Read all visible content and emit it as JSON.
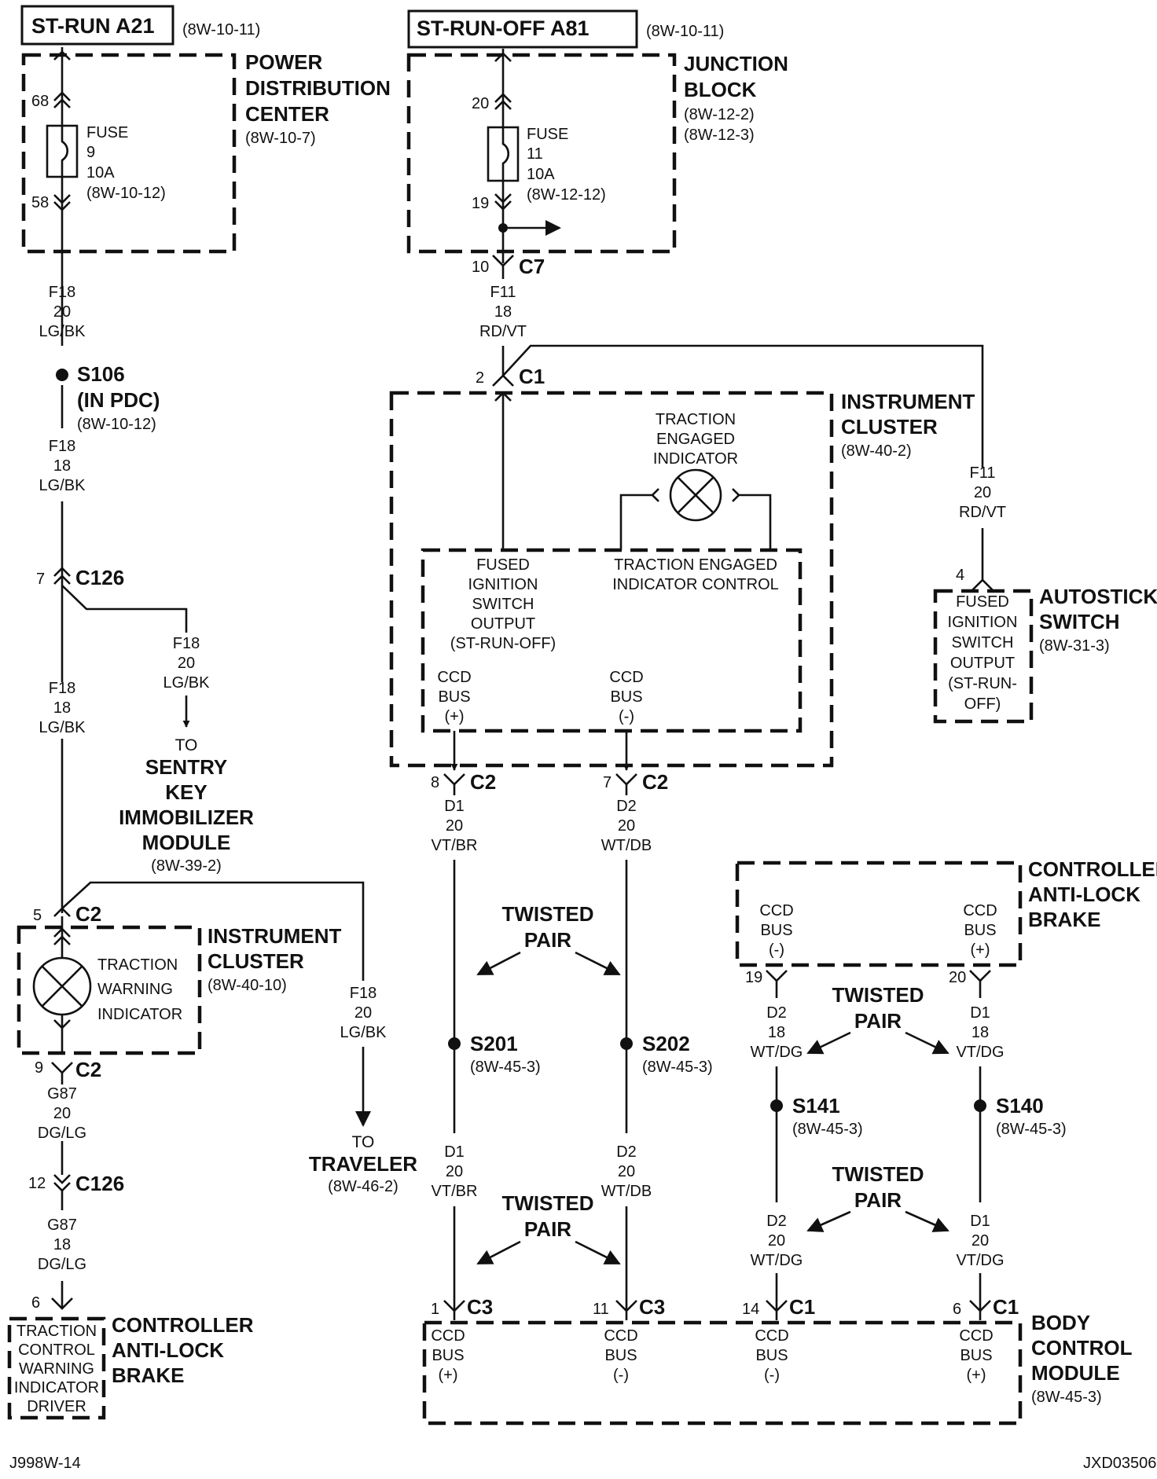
{
  "header": {
    "st_run": {
      "title": "ST-RUN A21",
      "ref": "(8W-10-11)"
    },
    "st_run_off": {
      "title": "ST-RUN-OFF A81",
      "ref": "(8W-10-11)"
    }
  },
  "pdc": {
    "title1": "POWER",
    "title2": "DISTRIBUTION",
    "title3": "CENTER",
    "ref": "(8W-10-7)",
    "pin_top": "68",
    "pin_bottom": "58",
    "fuse_label": "FUSE",
    "fuse_num": "9",
    "fuse_amp": "10A",
    "fuse_ref": "(8W-10-12)"
  },
  "jb": {
    "title1": "JUNCTION",
    "title2": "BLOCK",
    "ref1": "(8W-12-2)",
    "ref2": "(8W-12-3)",
    "pin_top": "20",
    "pin_bottom": "19",
    "fuse_label": "FUSE",
    "fuse_num": "11",
    "fuse_amp": "10A",
    "fuse_ref": "(8W-12-12)"
  },
  "left_chain": {
    "wire1": [
      "F18",
      "20",
      "LG/BK"
    ],
    "s106": {
      "name": "S106",
      "sub": "(IN PDC)",
      "ref": "(8W-10-12)"
    },
    "wire2": [
      "F18",
      "18",
      "LG/BK"
    ],
    "c126_top": {
      "pin": "7",
      "name": "C126"
    },
    "wire_branch": [
      "F18",
      "20",
      "LG/BK"
    ],
    "to_label": "TO",
    "skim": [
      "SENTRY",
      "KEY",
      "IMMOBILIZER",
      "MODULE"
    ],
    "skim_ref": "(8W-39-2)",
    "wire3": [
      "F18",
      "18",
      "LG/BK"
    ],
    "c2_top": {
      "pin": "5",
      "name": "C2"
    },
    "wire_traveler": [
      "F18",
      "20",
      "LG/BK"
    ],
    "traveler_to": "TO",
    "traveler": "TRAVELER",
    "traveler_ref": "(8W-46-2)",
    "cluster": {
      "title1": "INSTRUMENT",
      "title2": "CLUSTER",
      "ref": "(8W-40-10)",
      "ind": [
        "TRACTION",
        "WARNING",
        "INDICATOR"
      ]
    },
    "c2_bottom": {
      "pin": "9",
      "name": "C2"
    },
    "wire4": [
      "G87",
      "20",
      "DG/LG"
    ],
    "c126_bottom": {
      "pin": "12",
      "name": "C126"
    },
    "wire5": [
      "G87",
      "18",
      "DG/LG"
    ],
    "cab_pin": "6",
    "cab_inner": [
      "TRACTION",
      "CONTROL",
      "WARNING",
      "INDICATOR",
      "DRIVER"
    ],
    "cab_title": [
      "CONTROLLER",
      "ANTI-LOCK",
      "BRAKE"
    ]
  },
  "center": {
    "c7": {
      "pin": "10",
      "name": "C7"
    },
    "wire1": [
      "F11",
      "18",
      "RD/VT"
    ],
    "c1": {
      "pin": "2",
      "name": "C1"
    },
    "cluster_title1": "INSTRUMENT",
    "cluster_title2": "CLUSTER",
    "cluster_ref": "(8W-40-2)",
    "tei": [
      "TRACTION",
      "ENGAGED",
      "INDICATOR"
    ],
    "fuse_out": [
      "FUSED",
      "IGNITION",
      "SWITCH",
      "OUTPUT",
      "(ST-RUN-OFF)"
    ],
    "tei_ctrl": [
      "TRACTION ENGAGED",
      "INDICATOR CONTROL"
    ],
    "ccd_plus": [
      "CCD",
      "BUS",
      "(+)"
    ],
    "ccd_minus": [
      "CCD",
      "BUS",
      "(-)"
    ],
    "c2a": {
      "pin": "8",
      "name": "C2"
    },
    "c2b": {
      "pin": "7",
      "name": "C2"
    },
    "d1a": [
      "D1",
      "20",
      "VT/BR"
    ],
    "d2a": [
      "D2",
      "20",
      "WT/DB"
    ],
    "twisted1": [
      "TWISTED",
      "PAIR"
    ],
    "s201": {
      "name": "S201",
      "ref": "(8W-45-3)"
    },
    "s202": {
      "name": "S202",
      "ref": "(8W-45-3)"
    },
    "d1b": [
      "D1",
      "20",
      "VT/BR"
    ],
    "d2b": [
      "D2",
      "20",
      "WT/DB"
    ],
    "twisted2": [
      "TWISTED",
      "PAIR"
    ]
  },
  "autostick": {
    "wire": [
      "F11",
      "20",
      "RD/VT"
    ],
    "pin": "4",
    "inner": [
      "FUSED",
      "IGNITION",
      "SWITCH",
      "OUTPUT",
      "(ST-RUN-",
      "OFF)"
    ],
    "title1": "AUTOSTICK",
    "title2": "SWITCH",
    "ref": "(8W-31-3)"
  },
  "right": {
    "cab_title": [
      "CONTROLLER",
      "ANTI-LOCK",
      "BRAKE"
    ],
    "ccd_minus": [
      "CCD",
      "BUS",
      "(-)"
    ],
    "ccd_plus": [
      "CCD",
      "BUS",
      "(+)"
    ],
    "pin19": "19",
    "pin20": "20",
    "twisted1": [
      "TWISTED",
      "PAIR"
    ],
    "d2a": [
      "D2",
      "18",
      "WT/DG"
    ],
    "d1a": [
      "D1",
      "18",
      "VT/DG"
    ],
    "s141": {
      "name": "S141",
      "ref": "(8W-45-3)"
    },
    "s140": {
      "name": "S140",
      "ref": "(8W-45-3)"
    },
    "twisted2": [
      "TWISTED",
      "PAIR"
    ],
    "d2b": [
      "D2",
      "20",
      "WT/DG"
    ],
    "d1b": [
      "D1",
      "20",
      "VT/DG"
    ]
  },
  "bcm": {
    "c3a": {
      "pin": "1",
      "name": "C3"
    },
    "c3b": {
      "pin": "11",
      "name": "C3"
    },
    "c1a": {
      "pin": "14",
      "name": "C1"
    },
    "c1b": {
      "pin": "6",
      "name": "C1"
    },
    "ccd1": [
      "CCD",
      "BUS",
      "(+)"
    ],
    "ccd2": [
      "CCD",
      "BUS",
      "(-)"
    ],
    "ccd3": [
      "CCD",
      "BUS",
      "(-)"
    ],
    "ccd4": [
      "CCD",
      "BUS",
      "(+)"
    ],
    "title": [
      "BODY",
      "CONTROL",
      "MODULE"
    ],
    "ref": "(8W-45-3)"
  },
  "footer": {
    "left": "J998W-14",
    "right": "JXD03506"
  }
}
